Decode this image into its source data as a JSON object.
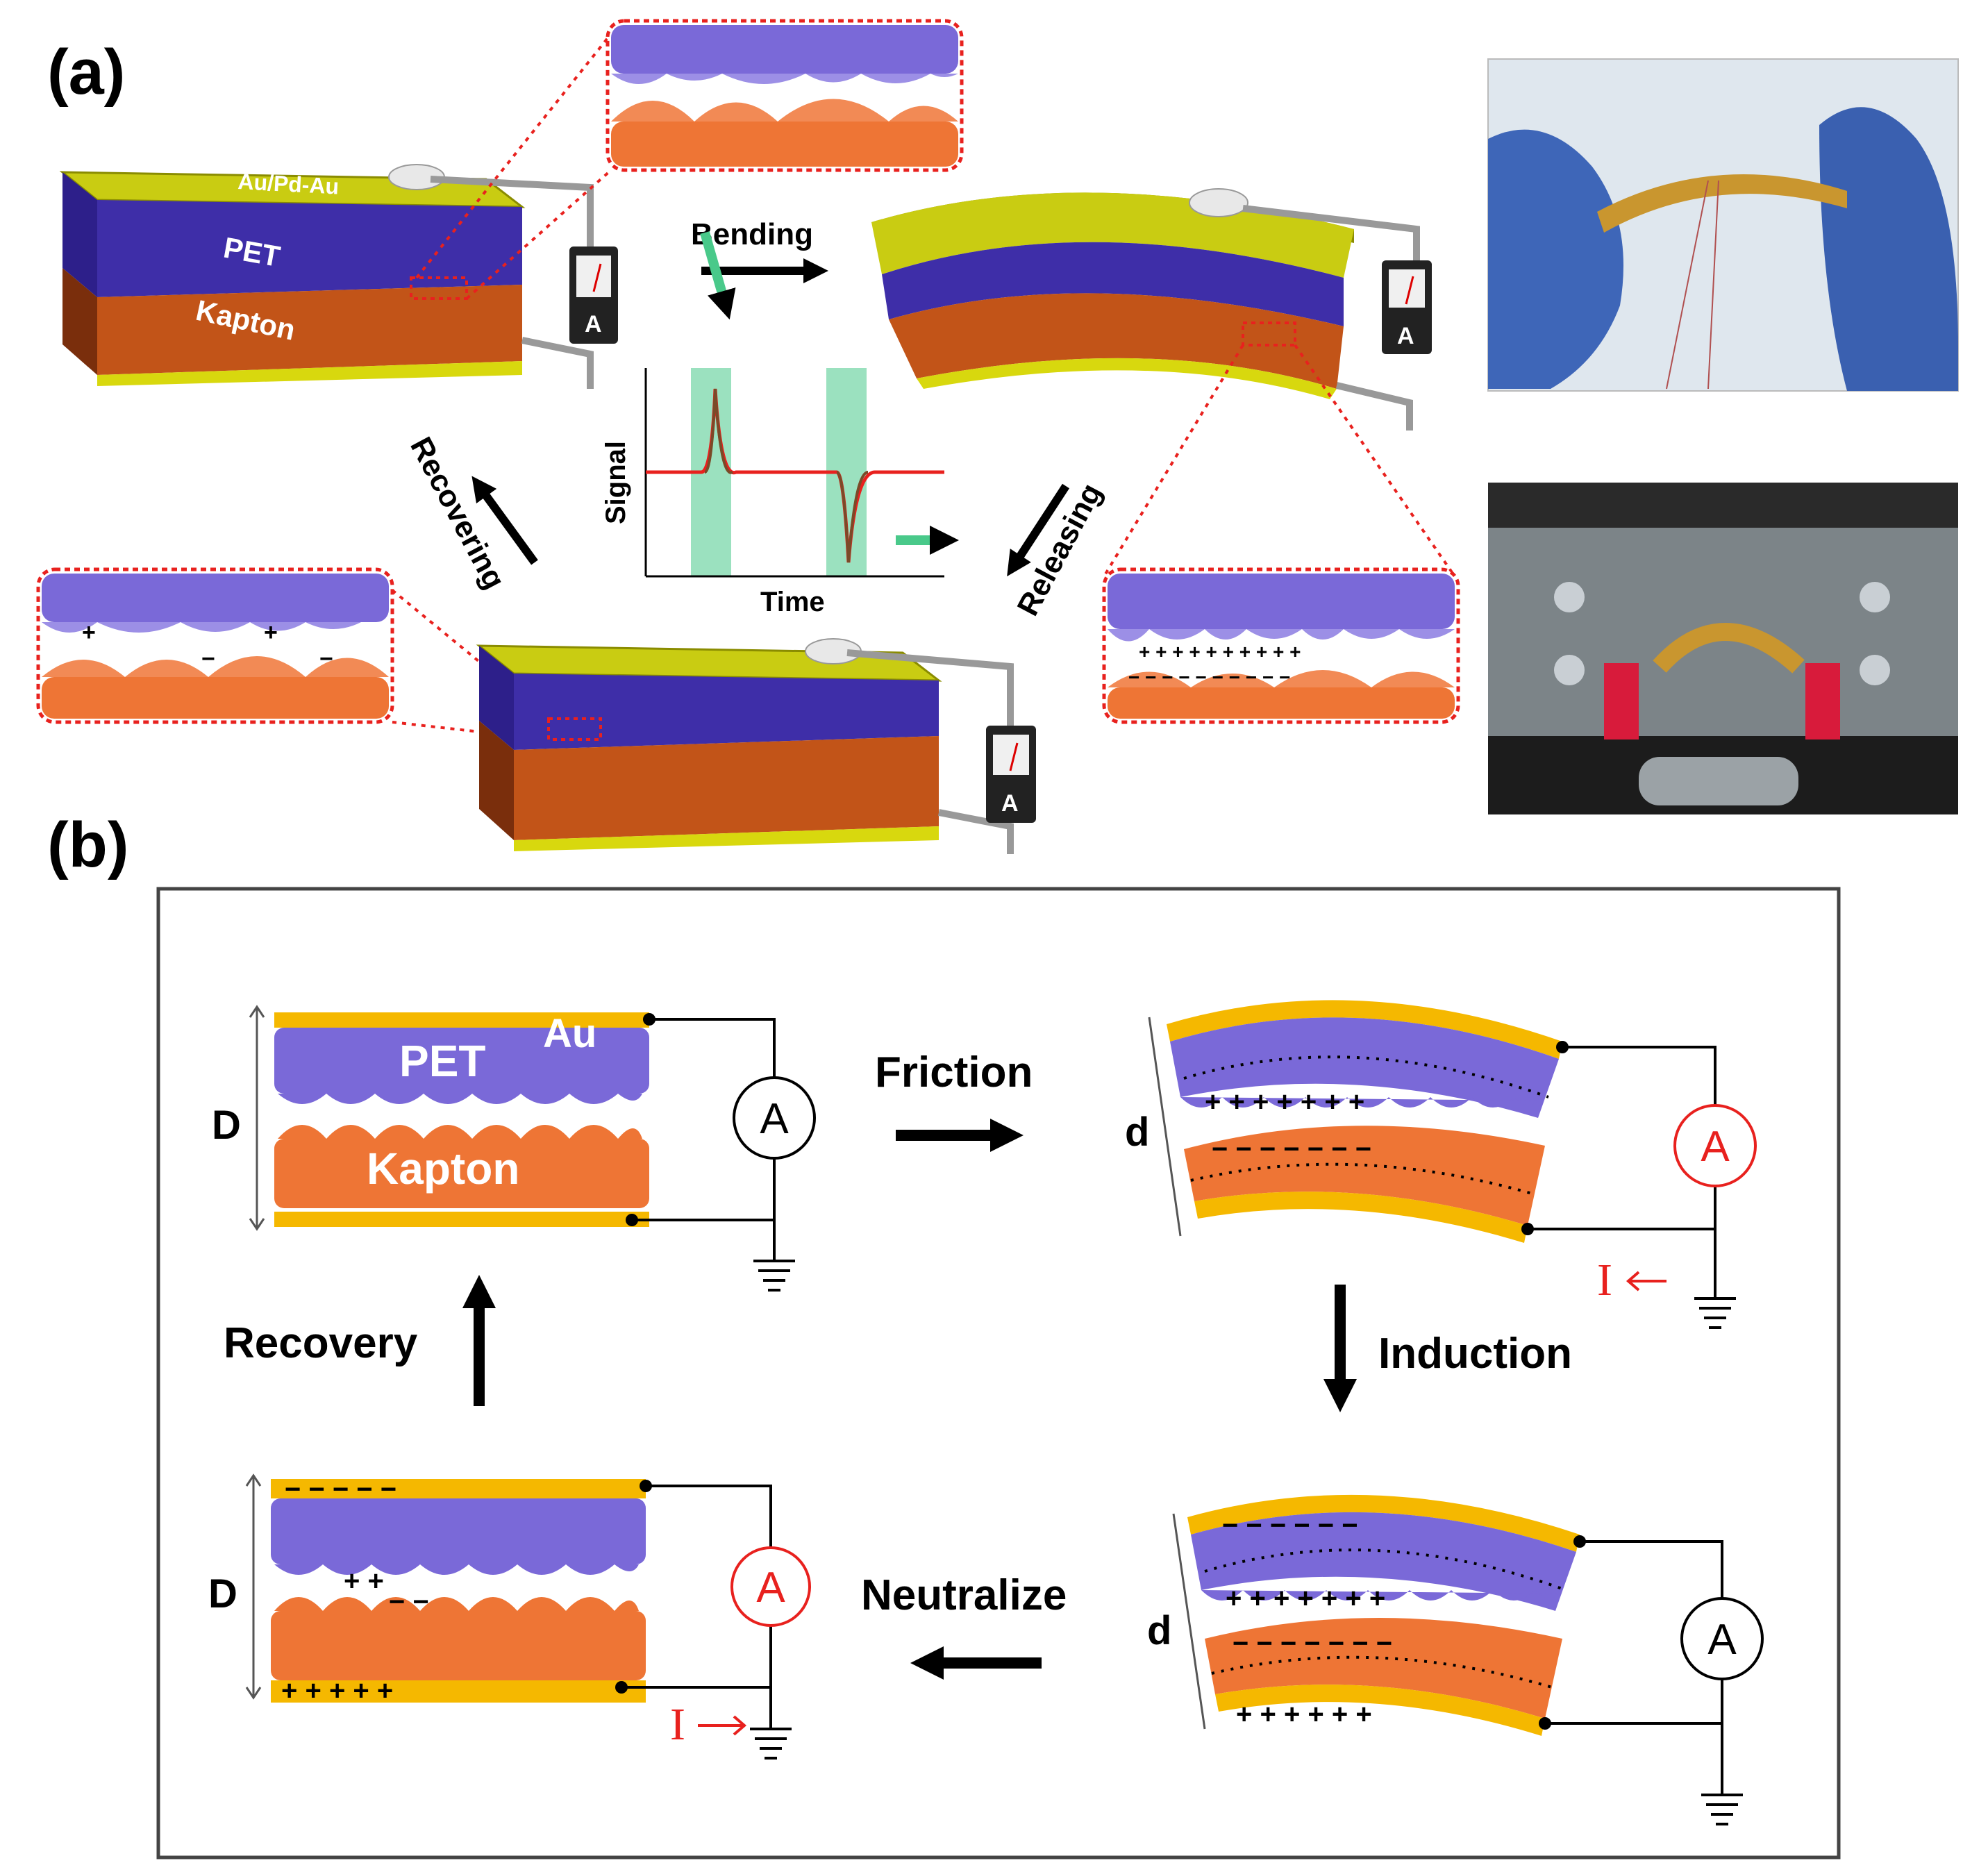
{
  "panel_a": {
    "label": "(a)",
    "layers": {
      "electrode": "Au/Pd-Au",
      "top": "PET",
      "bottom": "Kapton"
    },
    "meter": "A",
    "steps": {
      "bend": "Bending",
      "release": "Releasing",
      "recover": "Recovering"
    },
    "plot": {
      "ylabel": "Signal",
      "xlabel": "Time"
    }
  },
  "panel_b": {
    "label": "(b)",
    "layers": {
      "electrode": "Au",
      "top": "PET",
      "bottom": "Kapton"
    },
    "meter": "A",
    "gap_flat": "D",
    "gap_bent": "d",
    "current": "I",
    "steps": {
      "friction": "Friction",
      "induction": "Induction",
      "neutralize": "Neutralize",
      "recovery": "Recovery"
    }
  },
  "colors": {
    "gold": "#f5b800",
    "yellow": "#c9cc12",
    "pet": "#7a69d8",
    "pet_dark": "#3b2a9e",
    "kapton": "#ee7535",
    "kapton_dark": "#b5481a",
    "red": "#e8211e",
    "green": "#49c98a"
  }
}
